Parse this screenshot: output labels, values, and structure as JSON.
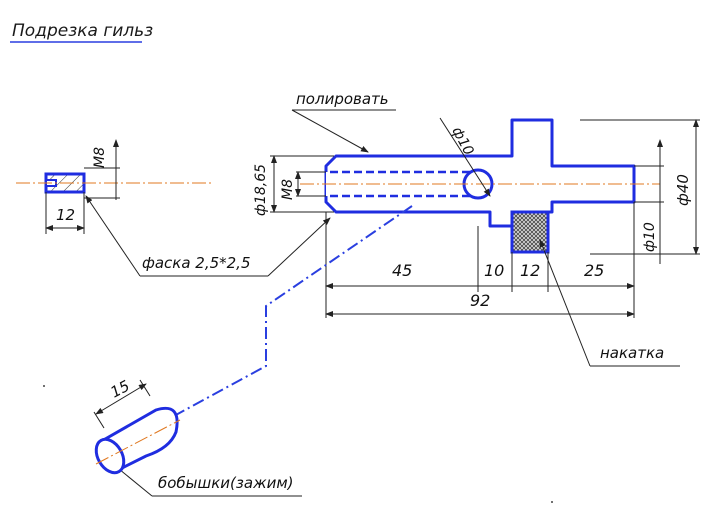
{
  "title": "Подрезка гильз",
  "labels": {
    "polish": "полировать",
    "chamfer": "фаска 2,5*2,5",
    "knurl": "накатка",
    "jaws": "бобышки(зажим)"
  },
  "dimensions": {
    "small_thread": "M8",
    "small_length": "12",
    "dia_1865": "ф18,65",
    "thread_main": "M8",
    "hole_dia": "ф10",
    "dia_40": "ф40",
    "dia_10_right": "ф10",
    "len_45": "45",
    "len_10": "10",
    "len_12": "12",
    "len_25": "25",
    "total_92": "92",
    "jaw_len": "15"
  },
  "colors": {
    "outline": "#1f2de0",
    "axis": "#e07820",
    "hatch": "#333333",
    "knurl": "#555555"
  }
}
